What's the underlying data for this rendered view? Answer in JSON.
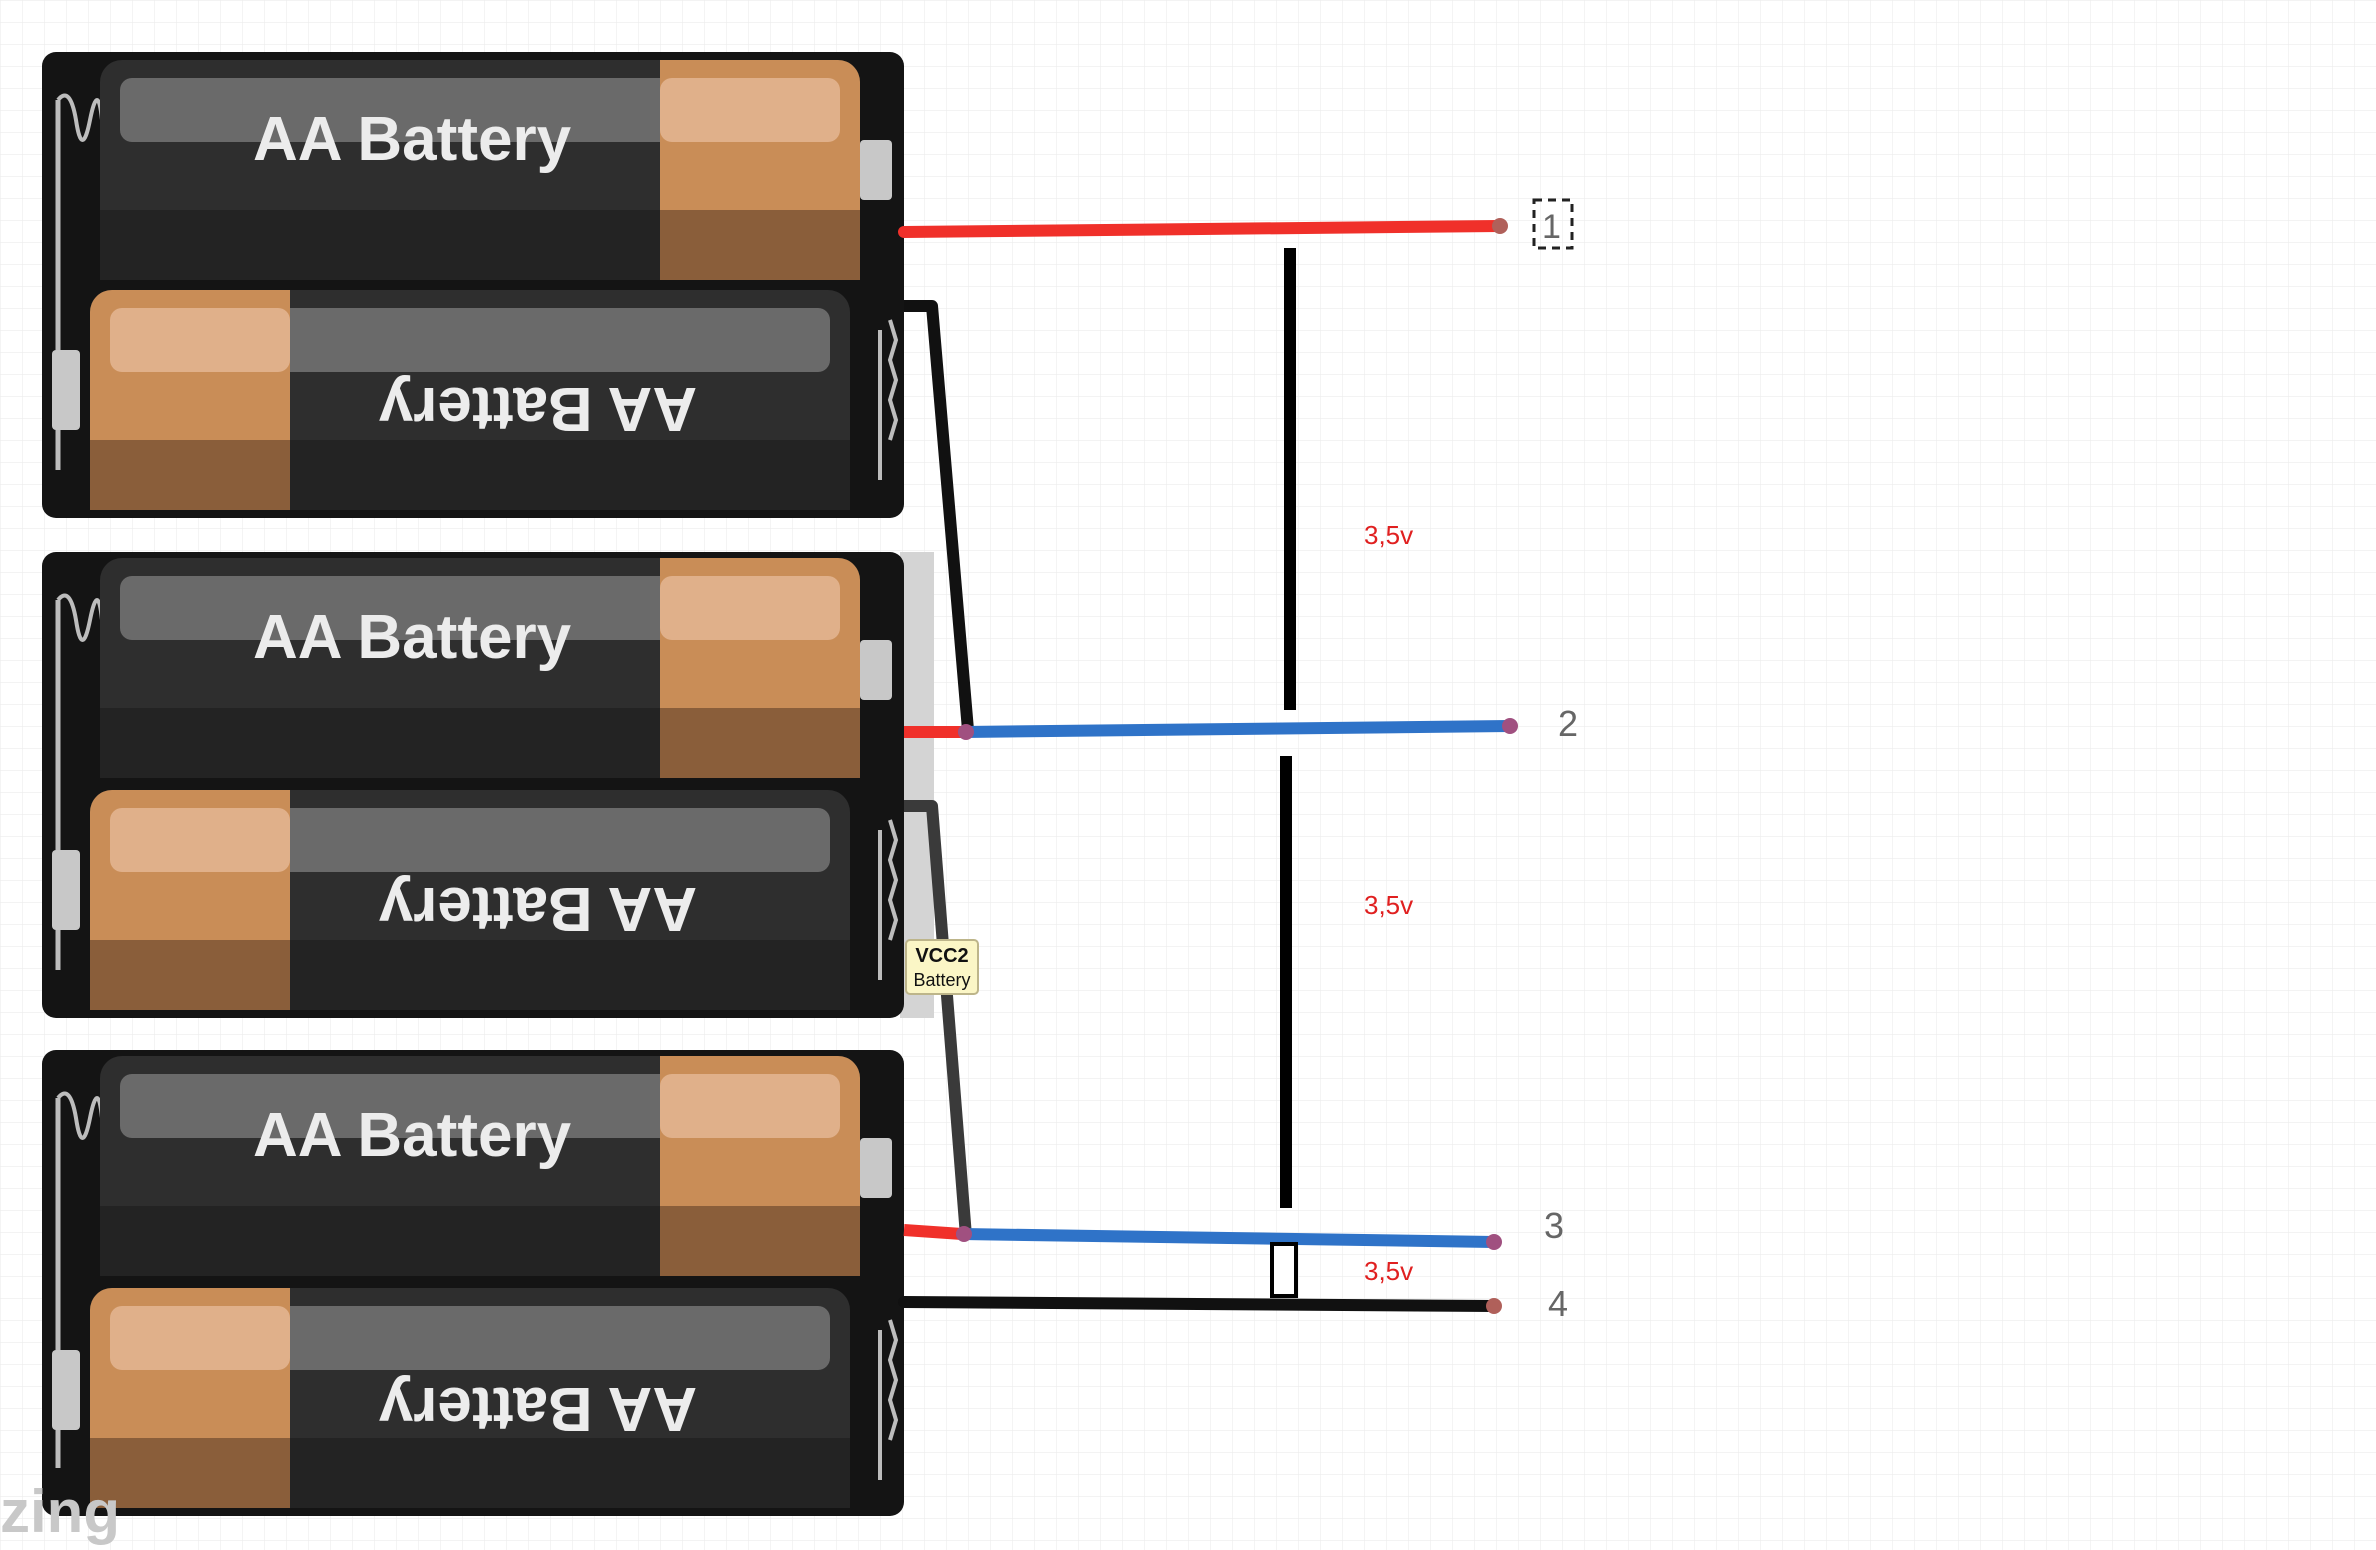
{
  "battery_label": "AA Battery",
  "holders": [
    {
      "id": "holder-1"
    },
    {
      "id": "holder-2"
    },
    {
      "id": "holder-3"
    }
  ],
  "terminals": [
    {
      "id": "1",
      "label": "1"
    },
    {
      "id": "2",
      "label": "2"
    },
    {
      "id": "3",
      "label": "3"
    },
    {
      "id": "4",
      "label": "4"
    }
  ],
  "voltages": [
    "3,5v",
    "3,5v",
    "3,5v"
  ],
  "tooltip": {
    "title": "VCC2",
    "subtitle": "Battery"
  },
  "watermark": "zing",
  "colors": {
    "wire_red": "#f0302a",
    "wire_blue": "#2f73c8",
    "wire_black": "#111111",
    "voltage_text": "#e02020",
    "terminal_text": "#666666",
    "battery_body": "#2b2b2b",
    "battery_cap": "#cf9660",
    "grid": "#e9e9e9"
  }
}
